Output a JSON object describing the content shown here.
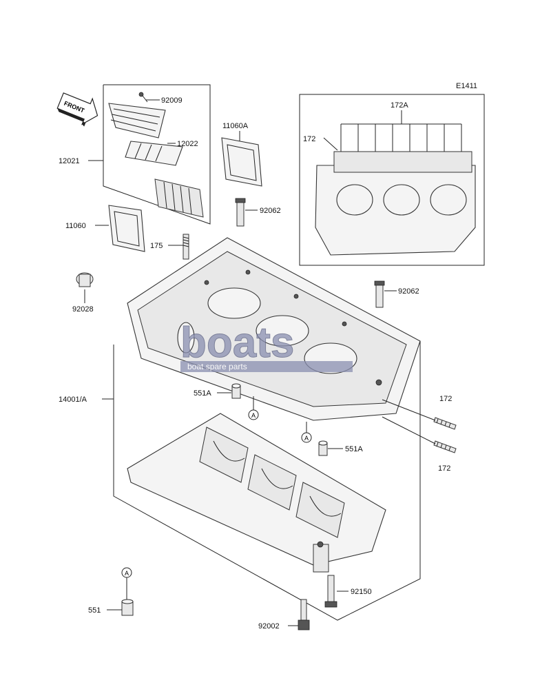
{
  "diagram_code": "E1411",
  "front_label": "FRONT",
  "watermark": {
    "brand": "boats",
    "tagline": "boat spare parts",
    "color": "#8a8fb0"
  },
  "ref_marker": "A",
  "labels": {
    "p92009": "92009",
    "p12022": "12022",
    "p12021": "12021",
    "p11060A": "11060A",
    "p11060": "11060",
    "p92062a": "92062",
    "p92062b": "92062",
    "p175": "175",
    "p92028": "92028",
    "p14001A": "14001/A",
    "p551Aa": "551A",
    "p551Ab": "551A",
    "p172a": "172",
    "p172b": "172",
    "p92150": "92150",
    "p92002": "92002",
    "p551": "551",
    "inset172A": "172A",
    "inset172": "172"
  }
}
